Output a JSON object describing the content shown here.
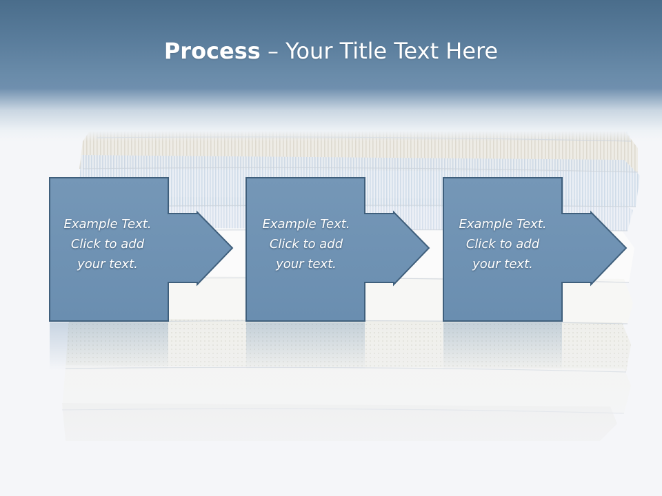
{
  "slide": {
    "title_bold": "Process",
    "title_rest": " – Your Title Text Here"
  },
  "steps": [
    {
      "line1": "Example Text.",
      "line2": "Click  to add",
      "line3": "your text."
    },
    {
      "line1": "Example Text.",
      "line2": "Click  to add",
      "line3": "your text."
    },
    {
      "line1": "Example Text.",
      "line2": "Click  to add",
      "line3": "your text."
    }
  ],
  "colors": {
    "header": "#5a7d9c",
    "step_fill": "#6f93b4",
    "step_stroke": "#3f5f7c",
    "background": "#f5f6f9"
  }
}
